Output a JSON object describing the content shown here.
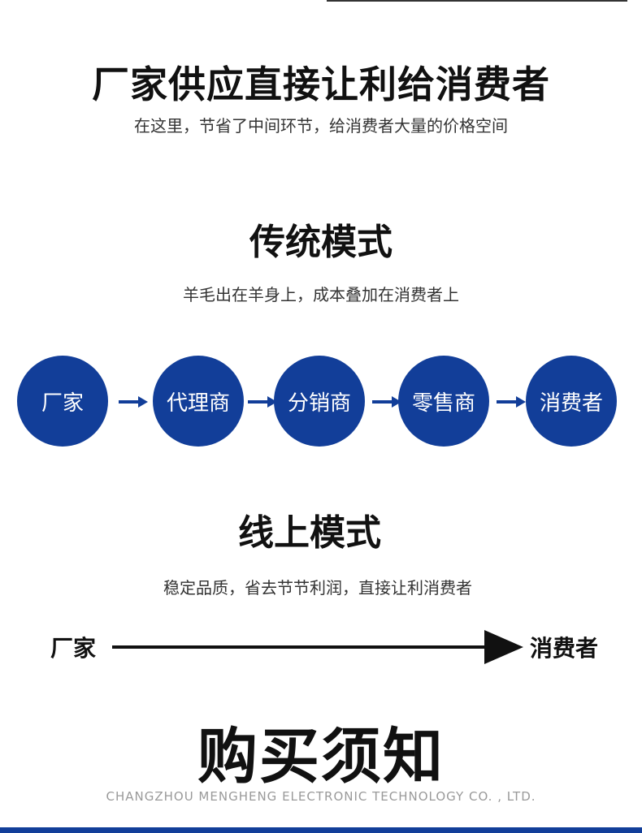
{
  "headline": "厂家供应直接让利给消费者",
  "subline": "在这里，节省了中间环节，给消费者大量的价格空间",
  "traditional": {
    "title": "传统模式",
    "subtitle": "羊毛出在羊身上，成本叠加在消费者上",
    "chain": [
      "厂家",
      "代理商",
      "分销商",
      "零售商",
      "消费者"
    ]
  },
  "online": {
    "title": "线上模式",
    "subtitle": "稳定品质，省去节节利润，直接让利消费者",
    "from": "厂家",
    "to": "消费者"
  },
  "notice": {
    "title": "购买须知",
    "company": "CHANGZHOU MENGHENG ELECTRONIC TECHNOLOGY CO. , LTD."
  },
  "colors": {
    "accent_blue": "#123e99",
    "text_dark": "#111111",
    "text_muted": "#9a9a9a"
  }
}
